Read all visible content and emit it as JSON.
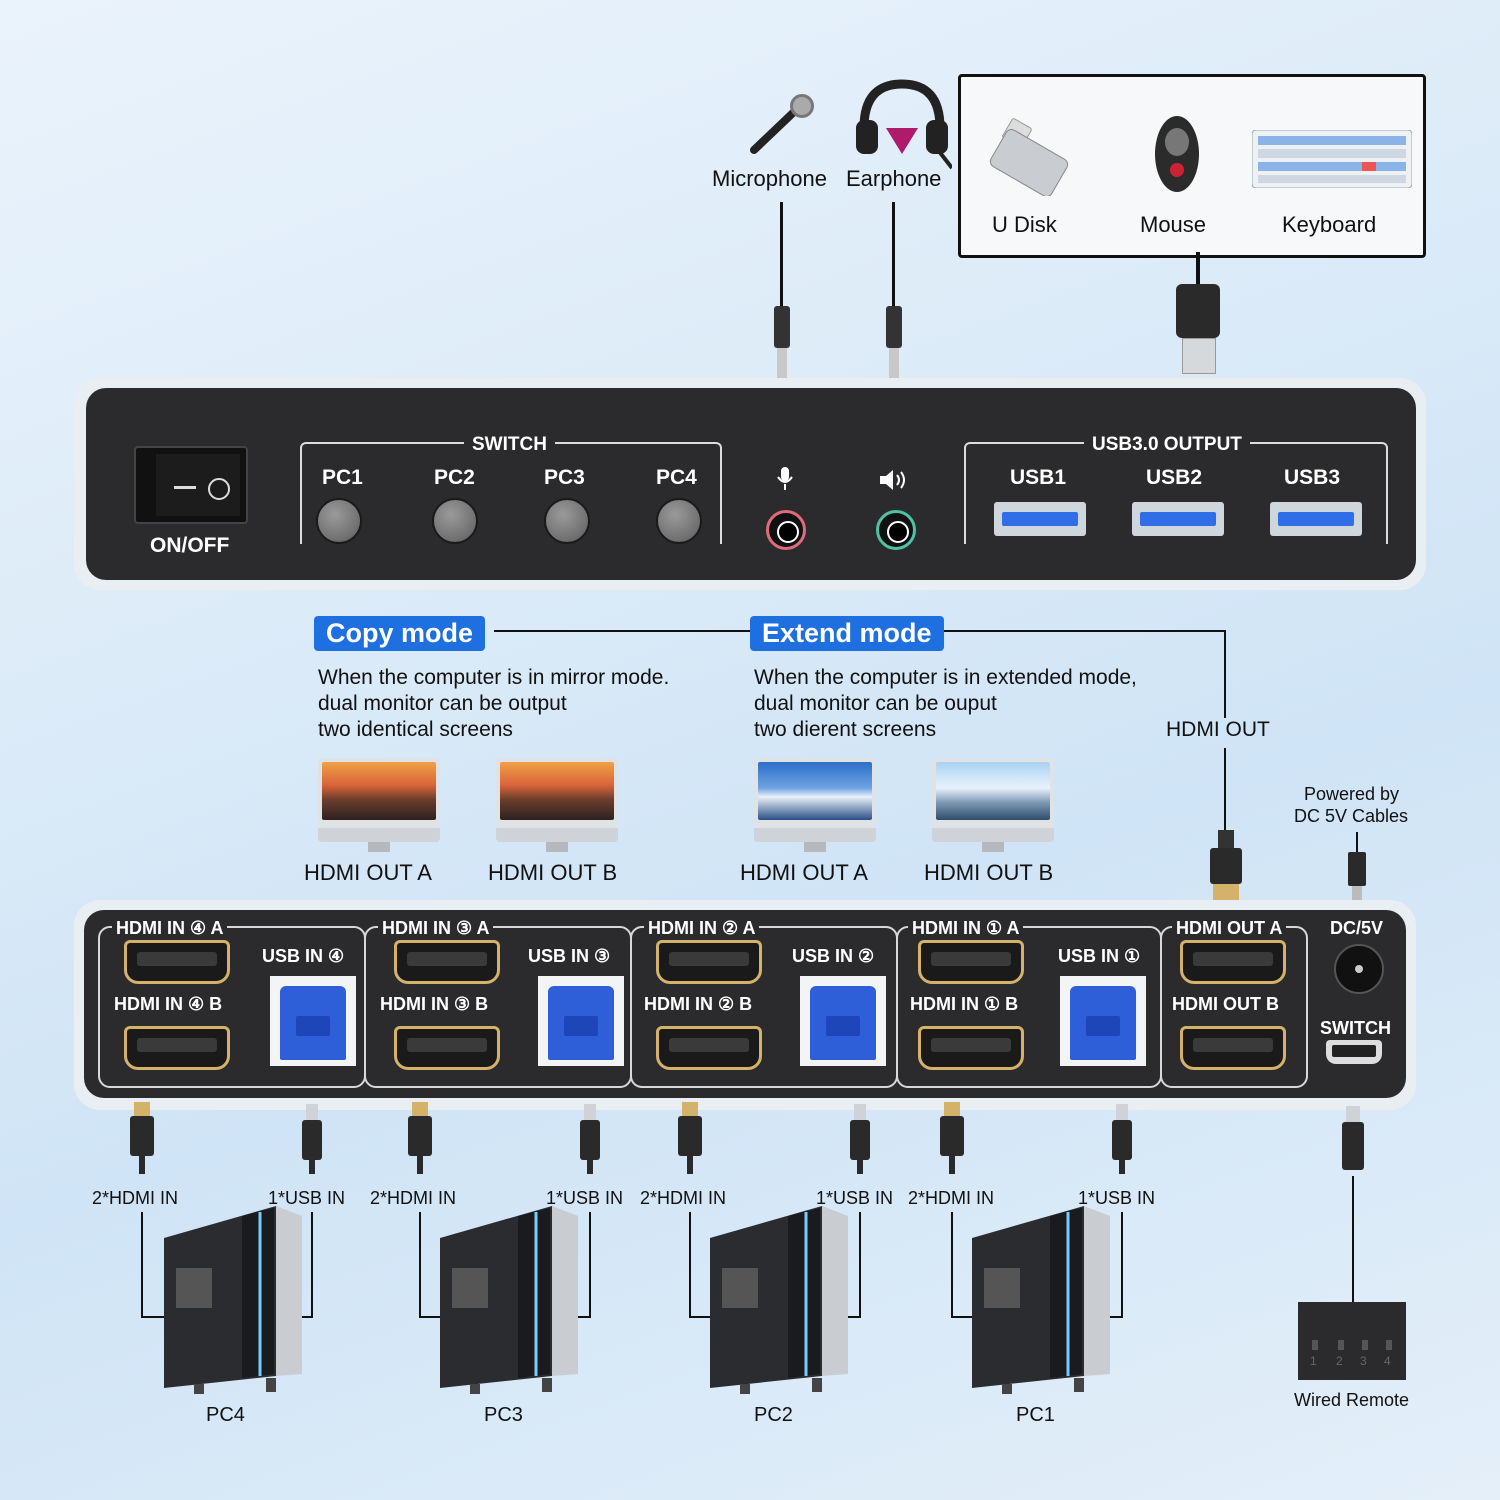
{
  "peripherals": {
    "microphone": "Microphone",
    "earphone": "Earphone",
    "u_disk": "U Disk",
    "mouse": "Mouse",
    "keyboard": "Keyboard"
  },
  "front_panel": {
    "power_label": "ON/OFF",
    "switch_title": "SWITCH",
    "switch_buttons": [
      "PC1",
      "PC2",
      "PC3",
      "PC4"
    ],
    "usb_output_title": "USB3.0 OUTPUT",
    "usb_ports": [
      "USB1",
      "USB2",
      "USB3"
    ]
  },
  "modes": {
    "copy": {
      "title": "Copy mode",
      "lines": [
        "When the computer is in mirror mode.",
        "dual monitor can be output",
        "two identical screens"
      ],
      "out_a": "HDMI OUT A",
      "out_b": "HDMI OUT B"
    },
    "extend": {
      "title": "Extend mode",
      "lines": [
        "When the computer is in extended mode,",
        "dual monitor can be ouput",
        "two dierent screens"
      ],
      "out_a": "HDMI OUT A",
      "out_b": "HDMI OUT B"
    },
    "hdmi_out": "HDMI OUT",
    "powered_by": [
      "Powered by",
      "DC 5V Cables"
    ]
  },
  "back_panel": {
    "groups": [
      {
        "in_a": "HDMI IN ④ A",
        "in_b": "HDMI IN ④ B",
        "usb": "USB IN ④"
      },
      {
        "in_a": "HDMI IN ③ A",
        "in_b": "HDMI IN ③ B",
        "usb": "USB IN ③"
      },
      {
        "in_a": "HDMI IN ② A",
        "in_b": "HDMI IN ② B",
        "usb": "USB IN ②"
      },
      {
        "in_a": "HDMI IN ① A",
        "in_b": "HDMI IN ① B",
        "usb": "USB IN ①"
      }
    ],
    "out_a": "HDMI OUT A",
    "out_b": "HDMI OUT B",
    "dc": "DC/5V",
    "switch": "SWITCH"
  },
  "computers": [
    {
      "name": "PC4",
      "hdmi": "2*HDMI IN",
      "usb": "1*USB IN"
    },
    {
      "name": "PC3",
      "hdmi": "2*HDMI IN",
      "usb": "1*USB IN"
    },
    {
      "name": "PC2",
      "hdmi": "2*HDMI IN",
      "usb": "1*USB IN"
    },
    {
      "name": "PC1",
      "hdmi": "2*HDMI IN",
      "usb": "1*USB IN"
    }
  ],
  "remote": {
    "label": "Wired Remote",
    "digits": [
      "1",
      "2",
      "3",
      "4"
    ]
  }
}
